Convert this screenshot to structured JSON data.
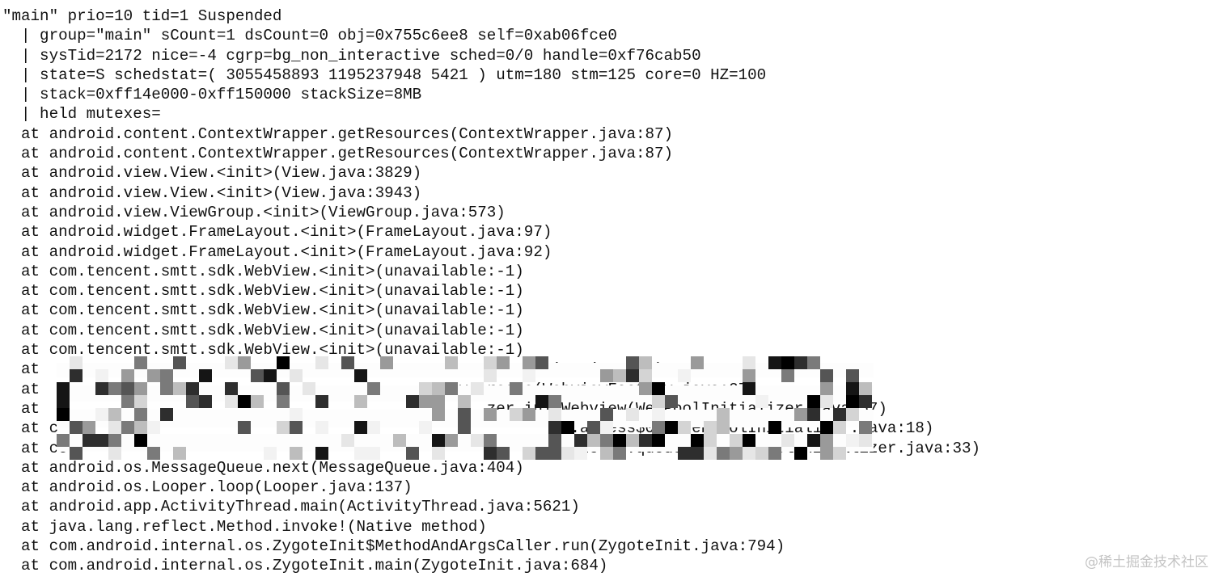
{
  "thread_dump": {
    "header": "\"main\" prio=10 tid=1 Suspended",
    "details": [
      "  | group=\"main\" sCount=1 dsCount=0 obj=0x755c6ee8 self=0xab06fce0",
      "  | sysTid=2172 nice=-4 cgrp=bg_non_interactive sched=0/0 handle=0xf76cab50",
      "  | state=S schedstat=( 3055458893 1195237948 5421 ) utm=180 stm=125 core=0 HZ=100",
      "  | stack=0xff14e000-0xff150000 stackSize=8MB",
      "  | held mutexes="
    ],
    "frames": [
      "  at android.content.ContextWrapper.getResources(ContextWrapper.java:87)",
      "  at android.content.ContextWrapper.getResources(ContextWrapper.java:87)",
      "  at android.view.View.<init>(View.java:3829)",
      "  at android.view.View.<init>(View.java:3943)",
      "  at android.view.ViewGroup.<init>(ViewGroup.java:573)",
      "  at android.widget.FrameLayout.<init>(FrameLayout.java:97)",
      "  at android.widget.FrameLayout.<init>(FrameLayout.java:92)",
      "  at com.tencent.smtt.sdk.WebView.<init>(unavailable:-1)",
      "  at com.tencent.smtt.sdk.WebView.<init>(unavailable:-1)",
      "  at com.tencent.smtt.sdk.WebView.<init>(unavailable:-1)",
      "  at com.tencent.smtt.sdk.WebView.<init>(unavailable:-1)",
      "  at com.tencent.smtt.sdk.WebView.<init>(unavailable:-1)",
      "  at                                                  5WebView.java:42)",
      "  at                                           ory.create(WebviewFactory.java:27)",
      "  at                                                zer.initWebview(WebPoolInitializer.java:57)",
      "  at c                                                      r.access$000(WebPoolInitializer.java:18)",
      "  at co                                                 itializer$1.queueIdle(WebPoolInitializer.java:33)",
      "  at android.os.MessageQueue.next(MessageQueue.java:404)",
      "  at android.os.Looper.loop(Looper.java:137)",
      "  at android.app.ActivityThread.main(ActivityThread.java:5621)",
      "  at java.lang.reflect.Method.invoke!(Native method)",
      "  at com.android.internal.os.ZygoteInit$MethodAndArgsCaller.run(ZygoteInit.java:794)",
      "  at com.android.internal.os.ZygoteInit.main(ZygoteInit.java:684)"
    ]
  },
  "watermark": "@稀土掘金技术社区",
  "colors": {
    "background": "#ffffff",
    "text": "#111111",
    "watermark": "#c4c4c4"
  }
}
